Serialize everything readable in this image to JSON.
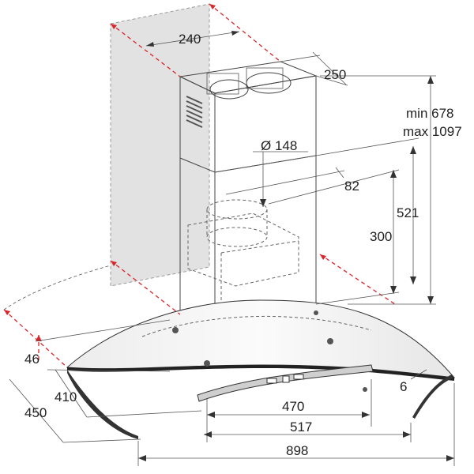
{
  "dimensions": {
    "chimney_width": "240",
    "chimney_depth": "250",
    "height_min": "min 678",
    "height_max": "max 1097",
    "outlet_diameter": "Ø 148",
    "outlet_offset": "82",
    "outlet_height": "300",
    "chimney_lower": "521",
    "depth_front": "46",
    "depth_mid": "410",
    "depth_total": "450",
    "glass_thickness": "6",
    "width_inner": "470",
    "width_mid": "517",
    "width_total": "898"
  },
  "colors": {
    "dimension_red": "#d9262b",
    "wall_grey": "#e2e2e2",
    "glass_edge": "#111111"
  }
}
